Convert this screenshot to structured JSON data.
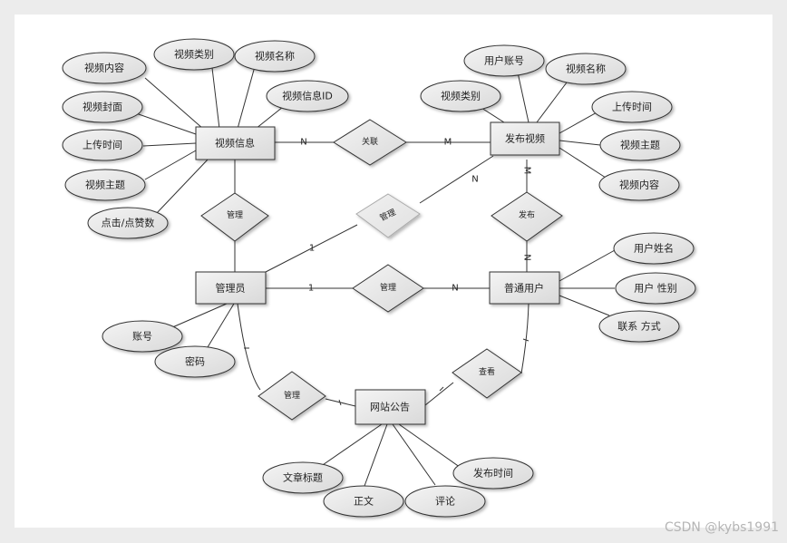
{
  "entities": {
    "video_info": "视频信息",
    "publish_video": "发布视频",
    "admin": "管理员",
    "normal_user": "普通用户",
    "notice": "网站公告"
  },
  "attributes": {
    "video_info": [
      "视频内容",
      "视频类别",
      "视频名称",
      "视频信息ID",
      "视频封面",
      "上传时间",
      "视频主题",
      "点击/点赞数"
    ],
    "publish_video": [
      "用户账号",
      "视频名称",
      "视频类别",
      "上传时间",
      "视频主题",
      "视频内容"
    ],
    "normal_user": [
      "用户姓名",
      "用户 性别",
      "联系 方式"
    ],
    "admin": [
      "账号",
      "密码"
    ],
    "notice": [
      "文章标题",
      "正文",
      "评论",
      "发布时间"
    ]
  },
  "relationships": {
    "guanlian": "关联",
    "admin_video": "管理",
    "admin_publish": "管理",
    "publish": "发布",
    "admin_user": "管理",
    "admin_notice": "管理",
    "user_notice": "查看"
  },
  "cardinalities": {
    "video_guanlian": "N",
    "guanlian_publish": "M",
    "publish_admin": "N",
    "admin_dash": "1",
    "publish_m": "M",
    "publish_n": "N",
    "admin_user_1": "1",
    "admin_user_n": "N"
  },
  "watermark": "CSDN @kybs1991"
}
